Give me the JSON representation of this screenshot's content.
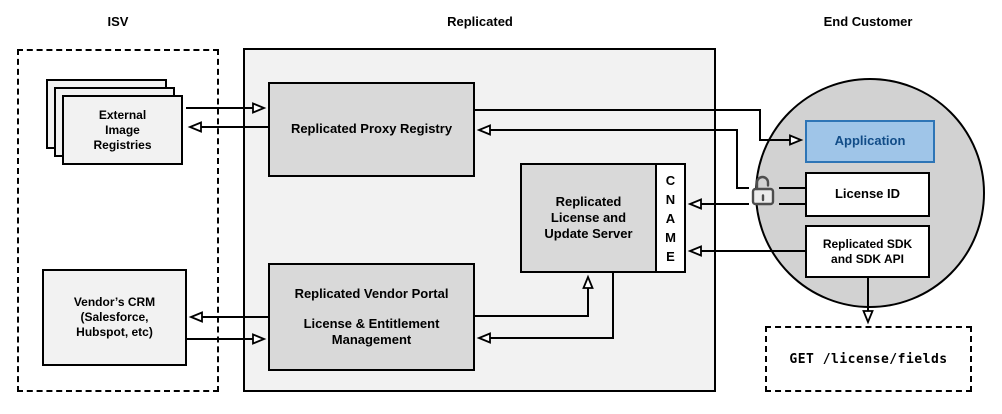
{
  "headers": {
    "isv": "ISV",
    "replicated": "Replicated",
    "end_customer": "End Customer"
  },
  "isv": {
    "registries": {
      "lines": [
        "External",
        "Image",
        "Registries"
      ]
    },
    "crm": {
      "lines": [
        "Vendor’s CRM",
        "(Salesforce,",
        "Hubspot, etc)"
      ]
    }
  },
  "replicated": {
    "proxy_registry": {
      "label": "Replicated Proxy Registry"
    },
    "license_server": {
      "lines": [
        "Replicated",
        "License and",
        "Update Server"
      ]
    },
    "cname_letters": [
      "C",
      "N",
      "A",
      "M",
      "E"
    ],
    "vendor_portal": {
      "title": "Replicated Vendor Portal",
      "lines": [
        "License & Entitlement",
        "Management"
      ]
    }
  },
  "end_customer": {
    "application": {
      "label": "Application"
    },
    "license_id": {
      "label": "License ID"
    },
    "sdk": {
      "lines": [
        "Replicated SDK",
        "and SDK API"
      ]
    },
    "api_request": {
      "label": "GET /license/fields"
    }
  },
  "icons": {
    "lock": "unlocked-padlock-icon"
  },
  "colors": {
    "container_fill": "#f2f2f2",
    "inner_box_fill": "#d9d9d9",
    "light_box_fill": "#f2f2f2",
    "circle_fill": "#d2d2d2",
    "app_fill": "#9fc5e8",
    "app_border": "#2e75b6",
    "app_text": "#114c87",
    "line": "#000000",
    "lock_stroke": "#4d4d4d"
  },
  "connections": [
    {
      "from": "external-image-registries",
      "to": "replicated-proxy-registry"
    },
    {
      "from": "replicated-proxy-registry",
      "to": "external-image-registries"
    },
    {
      "from": "replicated-vendor-portal",
      "to": "vendors-crm"
    },
    {
      "from": "vendors-crm",
      "to": "replicated-vendor-portal"
    },
    {
      "from": "replicated-proxy-registry",
      "to": "application"
    },
    {
      "from": "license-id",
      "to": "replicated-proxy-registry",
      "via": "lock"
    },
    {
      "from": "license-id",
      "to": "cname",
      "via": "lock"
    },
    {
      "from": "replicated-sdk",
      "to": "cname"
    },
    {
      "from": "replicated-vendor-portal",
      "to": "replicated-license-update-server"
    },
    {
      "from": "replicated-license-update-server",
      "to": "replicated-vendor-portal"
    },
    {
      "from": "replicated-sdk",
      "to": "get-license-fields"
    }
  ]
}
